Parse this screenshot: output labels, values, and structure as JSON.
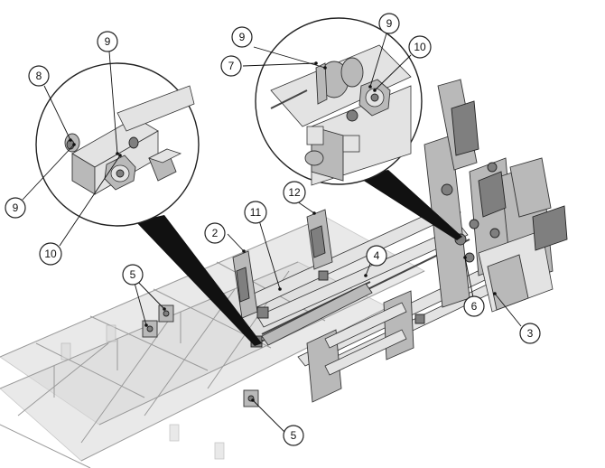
{
  "callouts": [
    {
      "id": "c8",
      "label": "8"
    },
    {
      "id": "c9a",
      "label": "9"
    },
    {
      "id": "c9b",
      "label": "9"
    },
    {
      "id": "c10a",
      "label": "10"
    },
    {
      "id": "c9c",
      "label": "9"
    },
    {
      "id": "c7",
      "label": "7"
    },
    {
      "id": "c9d",
      "label": "9"
    },
    {
      "id": "c10b",
      "label": "10"
    },
    {
      "id": "c2",
      "label": "2"
    },
    {
      "id": "c11",
      "label": "11"
    },
    {
      "id": "c12",
      "label": "12"
    },
    {
      "id": "c4",
      "label": "4"
    },
    {
      "id": "c5a",
      "label": "5"
    },
    {
      "id": "c6",
      "label": "6"
    },
    {
      "id": "c3",
      "label": "3"
    },
    {
      "id": "c5b",
      "label": "5"
    }
  ]
}
